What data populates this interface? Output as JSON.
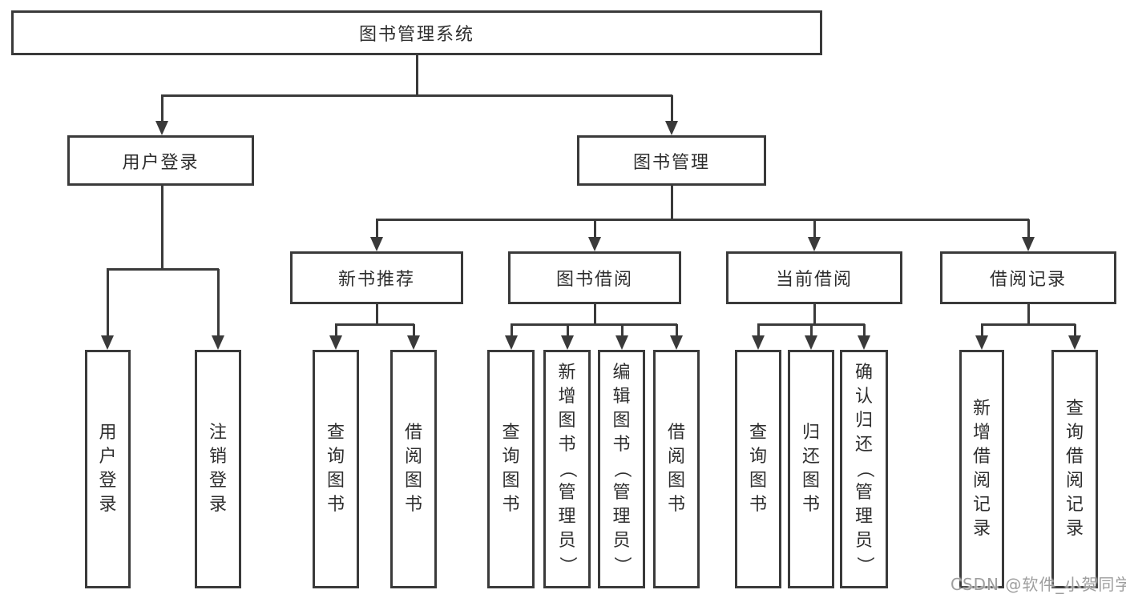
{
  "diagram": {
    "root": {
      "label": "图书管理系统"
    },
    "branches": [
      {
        "label": "用户登录",
        "children": [
          {
            "label": "用户登录"
          },
          {
            "label": "注销登录"
          }
        ]
      },
      {
        "label": "图书管理",
        "sections": [
          {
            "label": "新书推荐",
            "children": [
              {
                "label": "查询图书"
              },
              {
                "label": "借阅图书"
              }
            ]
          },
          {
            "label": "图书借阅",
            "children": [
              {
                "label": "查询图书"
              },
              {
                "label": "新增图书（管理员）"
              },
              {
                "label": "编辑图书（管理员）"
              },
              {
                "label": "借阅图书"
              }
            ]
          },
          {
            "label": "当前借阅",
            "children": [
              {
                "label": "查询图书"
              },
              {
                "label": "归还图书"
              },
              {
                "label": "确认归还（管理员）"
              }
            ]
          },
          {
            "label": "借阅记录",
            "children": [
              {
                "label": "新增借阅记录"
              },
              {
                "label": "查询借阅记录"
              }
            ]
          }
        ]
      }
    ]
  },
  "watermark": {
    "text": "CSDN @软件_小贺同学"
  },
  "colors": {
    "line": "#3a3a3a",
    "box_border": "#3a3a3a",
    "text": "#2e2e2e",
    "background": "#ffffff",
    "watermark": "#9e9e9e"
  }
}
